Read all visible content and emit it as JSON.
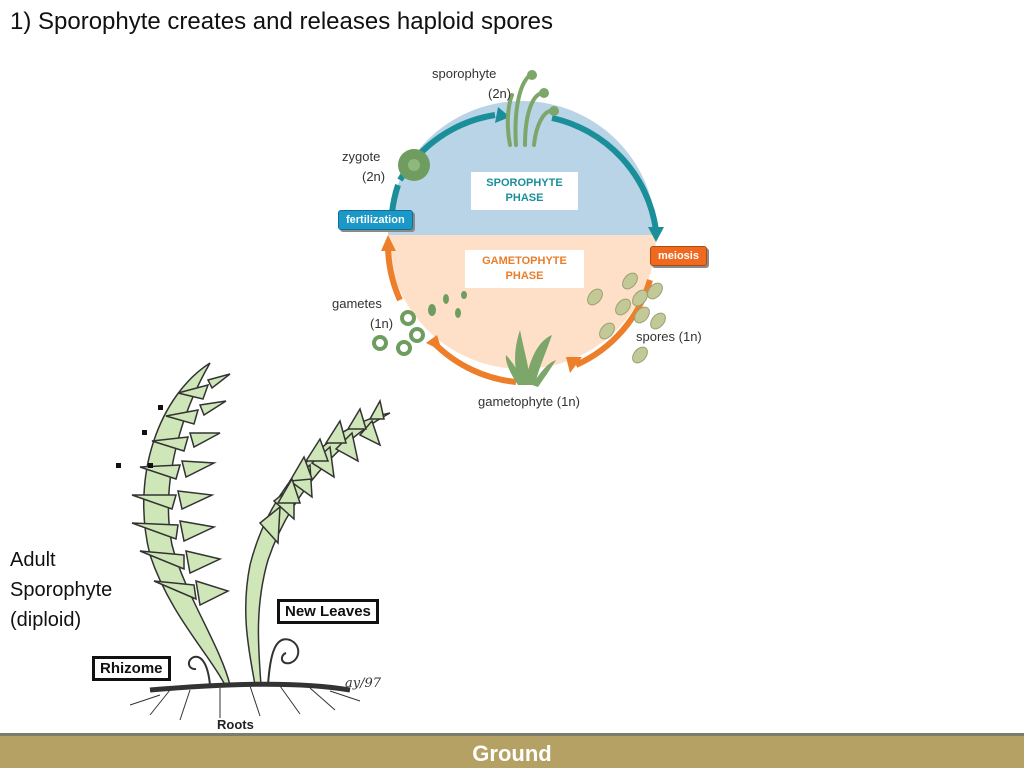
{
  "slide": {
    "title": "1) Sporophyte creates and releases haploid spores",
    "adult_label": [
      "Adult",
      "Sporophyte",
      "(diploid)"
    ],
    "ground_label": "Ground"
  },
  "cycle": {
    "sporophyte_label": "sporophyte",
    "sporophyte_ploidy": "(2n)",
    "zygote_label": "zygote",
    "zygote_ploidy": "(2n)",
    "gametes_label": "gametes",
    "gametes_ploidy": "(1n)",
    "spores_label": "spores (1n)",
    "gametophyte_label": "gametophyte (1n)",
    "sporophyte_phase": [
      "SPOROPHYTE",
      "PHASE"
    ],
    "gametophyte_phase": [
      "GAMETOPHYTE",
      "PHASE"
    ],
    "fertilization_button": "fertilization",
    "meiosis_button": "meiosis",
    "colors": {
      "sporophyte_arrow": "#1a8f9a",
      "gametophyte_arrow": "#ee7f2a",
      "sporophyte_fill": "#b9d4e6",
      "gametophyte_fill": "#fde0c7"
    }
  },
  "fern": {
    "rhizome_label": "Rhizome",
    "new_leaves_label": "New Leaves",
    "roots_label": "Roots",
    "signature": "ay/97"
  }
}
